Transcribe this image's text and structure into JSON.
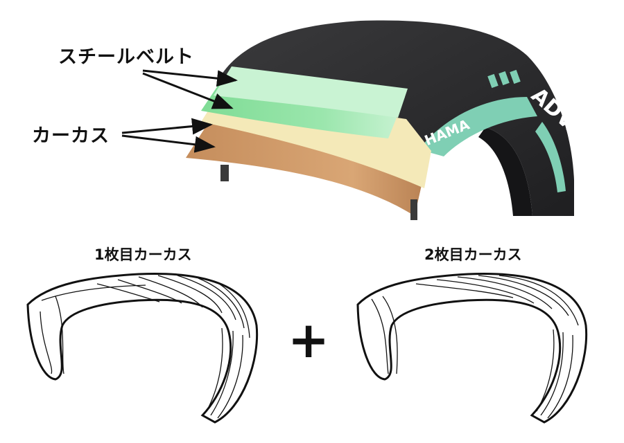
{
  "labels": {
    "steel_belt": "スチールベルト",
    "carcass": "カーカス",
    "first_carcass": "1枚目カーカス",
    "second_carcass": "2枚目カーカス"
  },
  "tire_sidewall_text": {
    "brand": "ADVAN",
    "partial": "HAMA"
  },
  "plus_sign": "+",
  "colors": {
    "tread": "#2f2f31",
    "steel_belt_upper": "#b9f0c6",
    "steel_belt_lower": "#7fdc95",
    "carcass_upper": "#f4e9b8",
    "carcass_lower": "#d2a06f",
    "sidewall_accent": "#7fcfb4"
  }
}
